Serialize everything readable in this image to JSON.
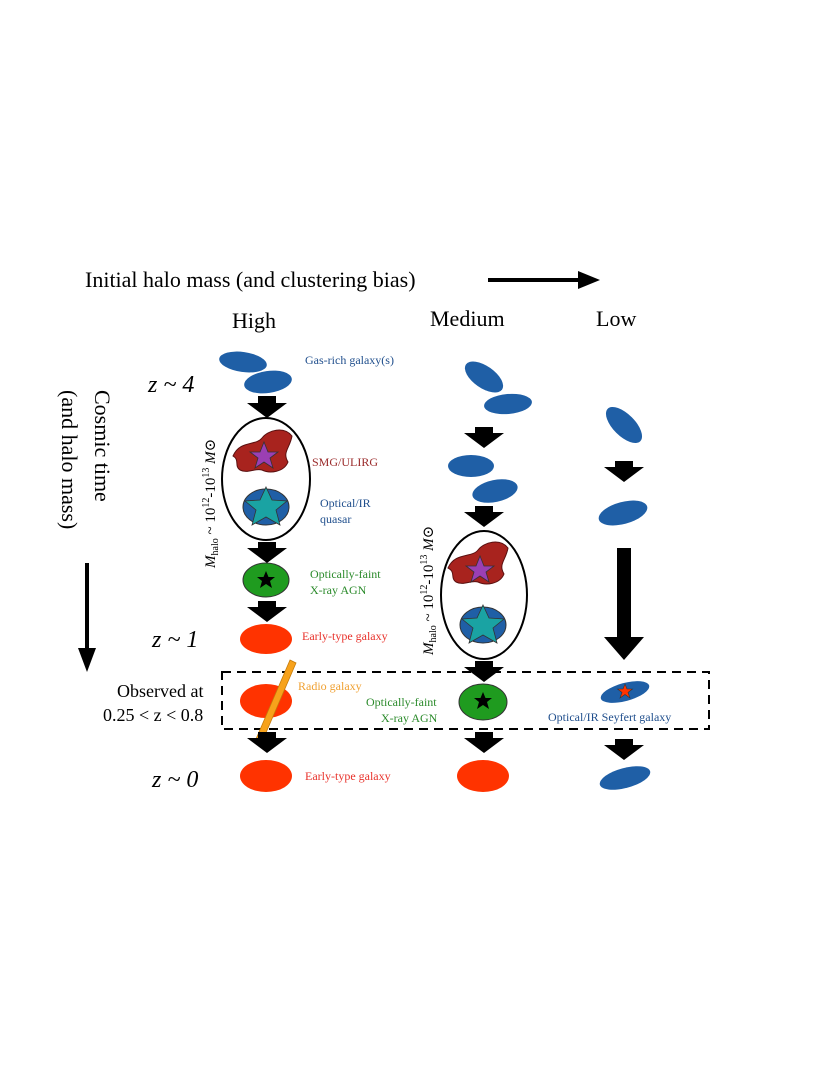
{
  "header": {
    "title": "Initial halo mass (and clustering bias)",
    "col_high": "High",
    "col_medium": "Medium",
    "col_low": "Low"
  },
  "side": {
    "time_line1": "Cosmic time",
    "time_line2": "(and halo mass)"
  },
  "redshift": {
    "z4": "z ~ 4",
    "z1": "z ~ 1",
    "z0": "z ~ 0",
    "observed_line1": "Observed at",
    "observed_line2": "0.25 < z < 0.8"
  },
  "halo_mass_label": {
    "prefix": "M",
    "sub": "halo",
    "text": " ~ 10",
    "exp1": "12",
    "mid": "-10",
    "exp2": "13",
    "unit": " M",
    "sun": "⊙"
  },
  "labels": {
    "gas_rich": "Gas-rich galaxy(s)",
    "smg": "SMG/ULIRG",
    "quasar_line1": "Optical/IR",
    "quasar_line2": "quasar",
    "agn_line1": "Optically-faint",
    "agn_line2": "X-ray AGN",
    "early_type": "Early-type galaxy",
    "radio": "Radio galaxy",
    "seyfert": "Optical/IR Seyfert galaxy"
  },
  "colors": {
    "galaxy_blue": "#1f5fa6",
    "smg_red": "#a8231e",
    "star_purple": "#9b3fb3",
    "star_teal": "#1aa3a3",
    "agn_green": "#1f9b1f",
    "early_red": "#ff3300",
    "radio_orange": "#f7a21b",
    "label_blue": "#1f4e8c",
    "label_darkred": "#9a2a2a",
    "label_green": "#2a8a2a",
    "label_red": "#e8312a",
    "label_orange": "#f0a030"
  }
}
